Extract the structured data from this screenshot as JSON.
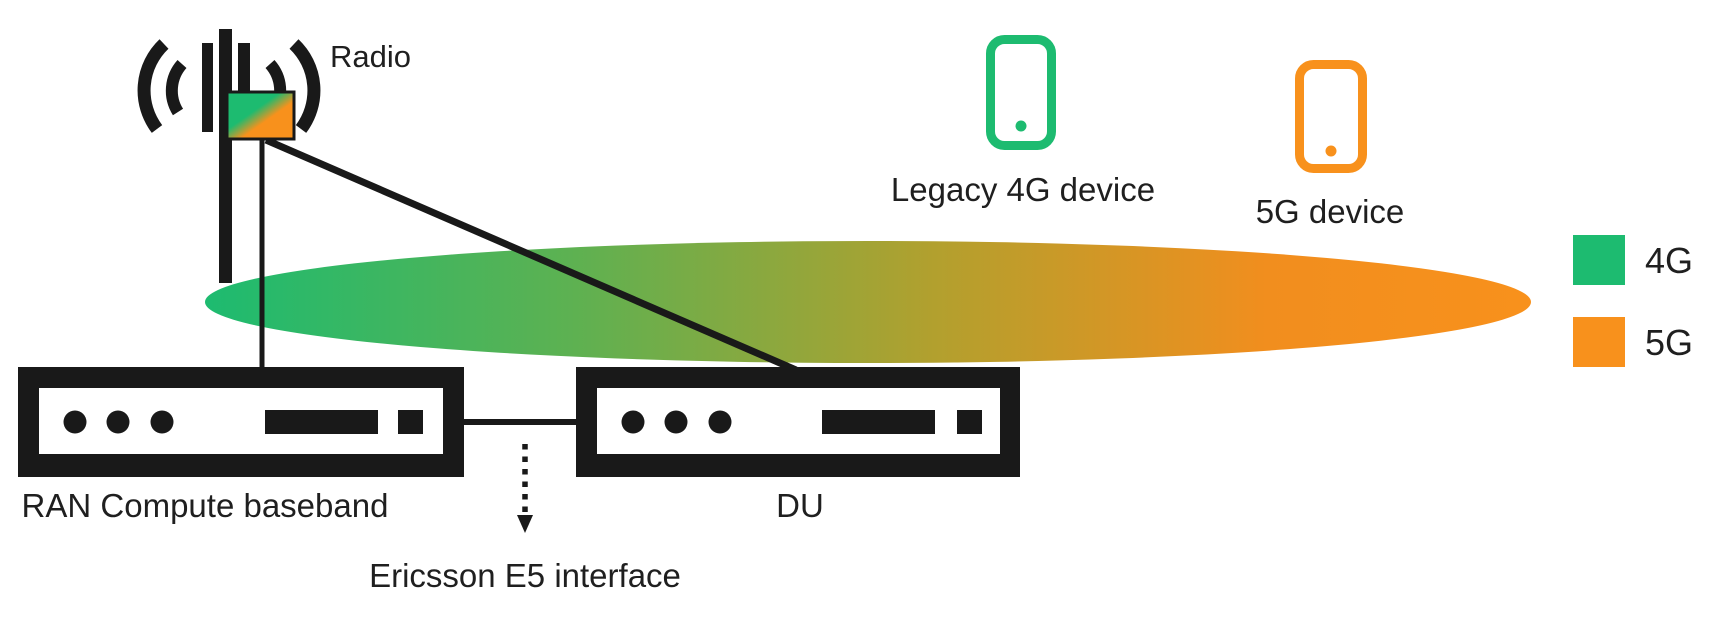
{
  "colors": {
    "green_4g": "#1DBB70",
    "orange_5g": "#F8911C",
    "ink": "#191919",
    "text": "#1F1F1F",
    "coverage_gradient": [
      "#1DBB70",
      "#5EB151",
      "#B2A02E",
      "#F18E1E",
      "#F8911C"
    ]
  },
  "labels": {
    "radio": "Radio",
    "ran_compute": "RAN Compute baseband",
    "du": "DU",
    "e5_interface": "Ericsson E5 interface",
    "legacy_4g_device": "Legacy 4G device",
    "device_5g": "5G device"
  },
  "legend": {
    "items": [
      {
        "label": "4G"
      },
      {
        "label": "5G"
      }
    ]
  }
}
